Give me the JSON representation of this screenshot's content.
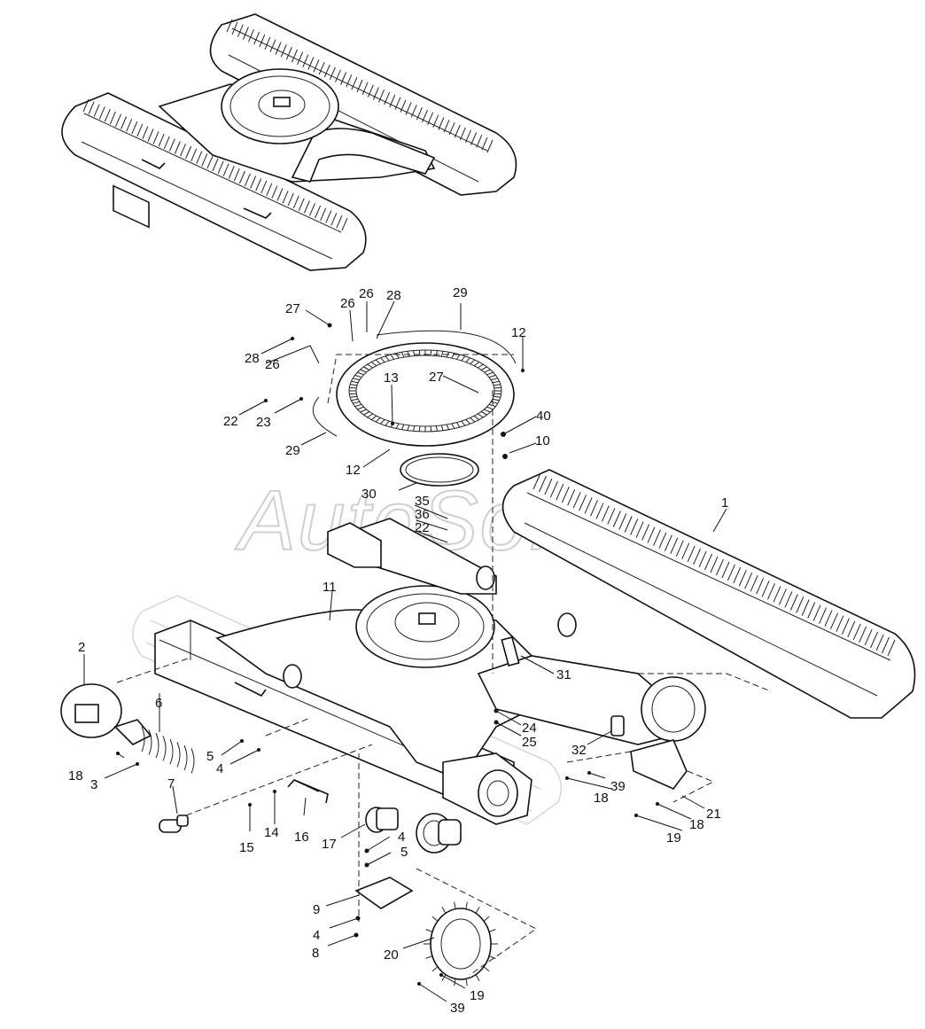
{
  "watermark": "AutoSoft",
  "callouts": [
    {
      "id": "c1",
      "text": "1"
    },
    {
      "id": "c2",
      "text": "2"
    },
    {
      "id": "c3",
      "text": "3"
    },
    {
      "id": "c4a",
      "text": "4"
    },
    {
      "id": "c4b",
      "text": "4"
    },
    {
      "id": "c4c",
      "text": "4"
    },
    {
      "id": "c5a",
      "text": "5"
    },
    {
      "id": "c5b",
      "text": "5"
    },
    {
      "id": "c6",
      "text": "6"
    },
    {
      "id": "c7",
      "text": "7"
    },
    {
      "id": "c8",
      "text": "8"
    },
    {
      "id": "c9",
      "text": "9"
    },
    {
      "id": "c10",
      "text": "10"
    },
    {
      "id": "c11",
      "text": "11"
    },
    {
      "id": "c12a",
      "text": "12"
    },
    {
      "id": "c12b",
      "text": "12"
    },
    {
      "id": "c13",
      "text": "13"
    },
    {
      "id": "c14",
      "text": "14"
    },
    {
      "id": "c15",
      "text": "15"
    },
    {
      "id": "c16",
      "text": "16"
    },
    {
      "id": "c17",
      "text": "17"
    },
    {
      "id": "c18a",
      "text": "18"
    },
    {
      "id": "c18b",
      "text": "18"
    },
    {
      "id": "c18c",
      "text": "18"
    },
    {
      "id": "c19a",
      "text": "19"
    },
    {
      "id": "c19b",
      "text": "19"
    },
    {
      "id": "c20",
      "text": "20"
    },
    {
      "id": "c21",
      "text": "21"
    },
    {
      "id": "c22a",
      "text": "22"
    },
    {
      "id": "c22b",
      "text": "22"
    },
    {
      "id": "c23",
      "text": "23"
    },
    {
      "id": "c24",
      "text": "24"
    },
    {
      "id": "c25",
      "text": "25"
    },
    {
      "id": "c26a",
      "text": "26"
    },
    {
      "id": "c26b",
      "text": "26"
    },
    {
      "id": "c26c",
      "text": "26"
    },
    {
      "id": "c27a",
      "text": "27"
    },
    {
      "id": "c27b",
      "text": "27"
    },
    {
      "id": "c28a",
      "text": "28"
    },
    {
      "id": "c28b",
      "text": "28"
    },
    {
      "id": "c29a",
      "text": "29"
    },
    {
      "id": "c29b",
      "text": "29"
    },
    {
      "id": "c30",
      "text": "30"
    },
    {
      "id": "c31",
      "text": "31"
    },
    {
      "id": "c32",
      "text": "32"
    },
    {
      "id": "c35",
      "text": "35"
    },
    {
      "id": "c36",
      "text": "36"
    },
    {
      "id": "c39a",
      "text": "39"
    },
    {
      "id": "c39b",
      "text": "39"
    },
    {
      "id": "c40",
      "text": "40"
    }
  ]
}
